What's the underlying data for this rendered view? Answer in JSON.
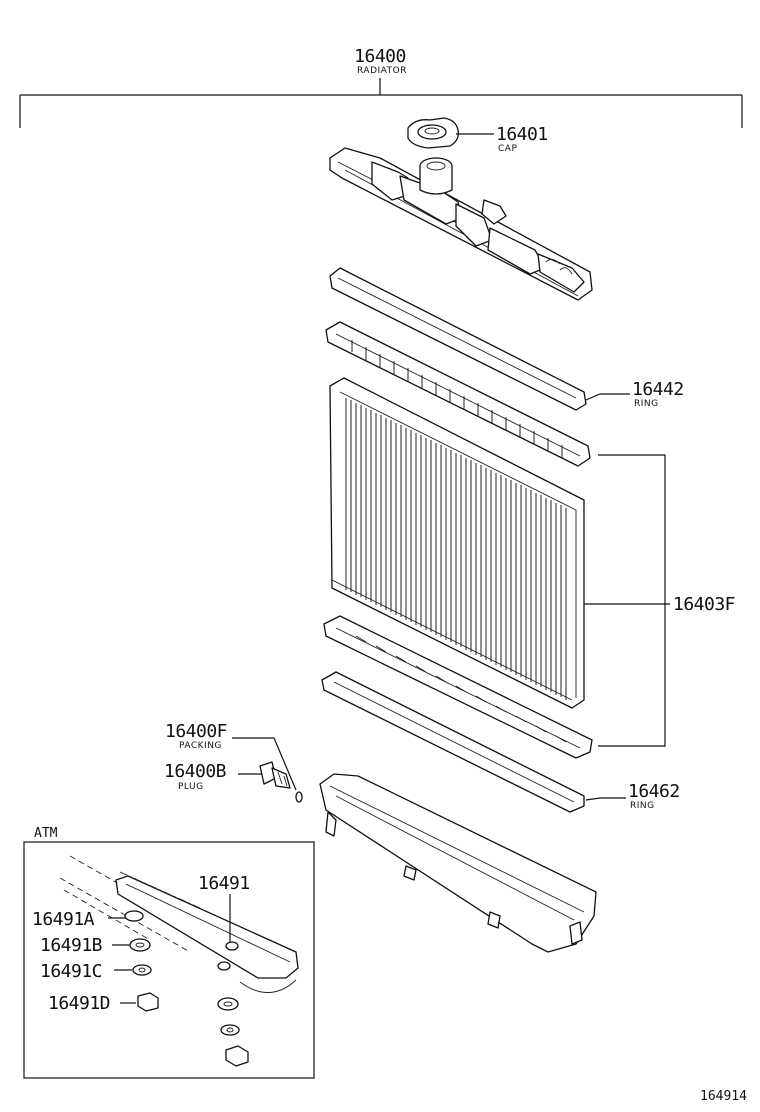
{
  "assembly": {
    "number": "16400",
    "name": "RADIATOR"
  },
  "parts": {
    "cap": {
      "number": "16401",
      "name": "CAP"
    },
    "ring_upper": {
      "number": "16442",
      "name": "RING"
    },
    "core": {
      "number": "16403F"
    },
    "packing": {
      "number": "16400F",
      "name": "PACKING"
    },
    "plug": {
      "number": "16400B",
      "name": "PLUG"
    },
    "ring_lower": {
      "number": "16462",
      "name": "RING"
    }
  },
  "atm": {
    "label": "ATM",
    "main": {
      "number": "16491"
    },
    "a": {
      "number": "16491A"
    },
    "b": {
      "number": "16491B"
    },
    "c": {
      "number": "16491C"
    },
    "d": {
      "number": "16491D"
    }
  },
  "figure_id": "164914"
}
